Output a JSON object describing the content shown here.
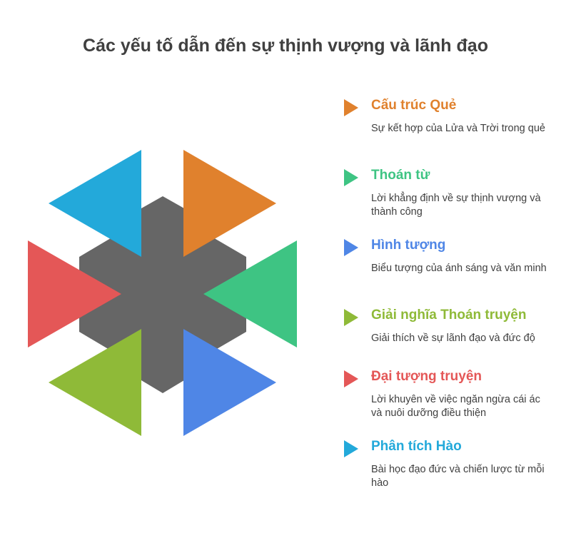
{
  "title": "Các yếu tố dẫn đến sự thịnh vượng và lãnh đạo",
  "colors": {
    "hexagon": "#666666",
    "orange": "#E0812D",
    "green": "#3EC483",
    "blue": "#4F86E6",
    "lime": "#8FBA38",
    "red": "#E45757",
    "cyan": "#23A9DA"
  },
  "items": [
    {
      "title": "Cấu trúc Quẻ",
      "description": "Sự kết hợp của Lửa và Trời trong quẻ",
      "color": "#E0812D"
    },
    {
      "title": "Thoán từ",
      "description": "Lời khẳng định về sự thịnh vượng và thành công",
      "color": "#3EC483"
    },
    {
      "title": "Hình tượng",
      "description": "Biểu tượng của ánh sáng và văn minh",
      "color": "#4F86E6"
    },
    {
      "title": "Giải nghĩa Thoán truyện",
      "description": "Giải thích về sự lãnh đạo và đức độ",
      "color": "#8FBA38"
    },
    {
      "title": "Đại tượng truyện",
      "description": "Lời khuyên về việc ngăn ngừa cái ác và nuôi dưỡng điều thiện",
      "color": "#E45757"
    },
    {
      "title": "Phân tích Hào",
      "description": "Bài học đạo đức và chiến lược từ mỗi hào",
      "color": "#23A9DA"
    }
  ]
}
